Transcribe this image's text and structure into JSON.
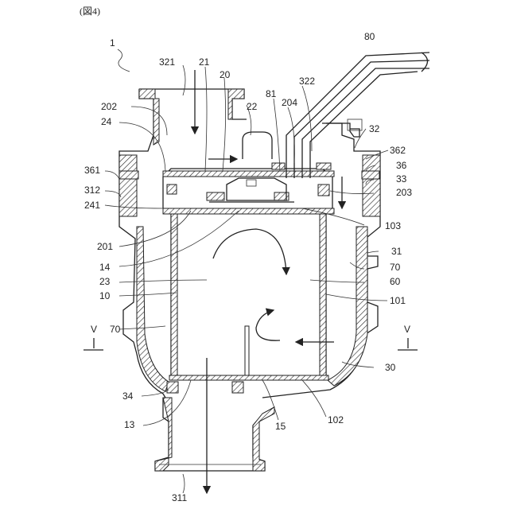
{
  "figure_caption": "(図4)",
  "labels": {
    "l1": "1",
    "l80": "80",
    "l321": "321",
    "l21": "21",
    "l20": "20",
    "l322": "322",
    "l81": "81",
    "l204": "204",
    "l202": "202",
    "l22": "22",
    "l24": "24",
    "l32": "32",
    "l362": "362",
    "l36": "36",
    "l361": "361",
    "l33": "33",
    "l312": "312",
    "l203": "203",
    "l241": "241",
    "l103": "103",
    "l201": "201",
    "l31": "31",
    "l14": "14",
    "l70a": "70",
    "l23": "23",
    "l60": "60",
    "l10": "10",
    "l101": "101",
    "lV1": "V",
    "lV2": "V",
    "l70b": "70",
    "l30": "30",
    "l34": "34",
    "l102": "102",
    "l13": "13",
    "l15": "15",
    "l311": "311"
  }
}
